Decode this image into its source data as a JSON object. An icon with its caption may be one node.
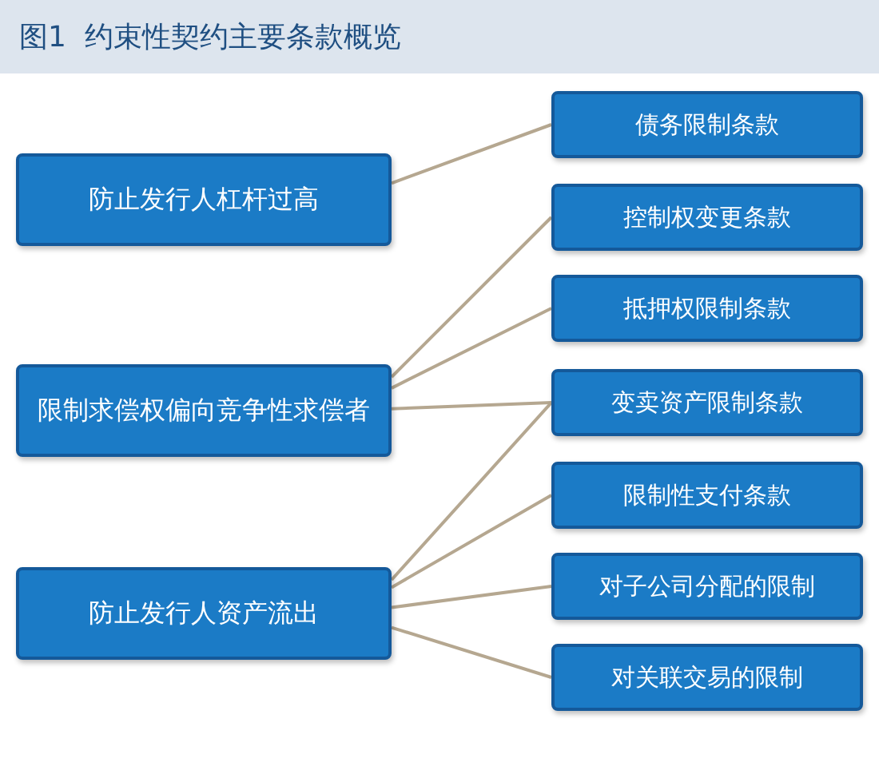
{
  "diagram": {
    "title": "图1  约束性契约主要条款概览",
    "nodes": [
      {
        "text": [
          "防止发行人杠杆过高"
        ]
      },
      {
        "text": [
          "限制求偿权偏向竞争性求偿者"
        ]
      },
      {
        "text": [
          "防止发行人资产流出"
        ]
      },
      {
        "text": [
          "债务限制条款"
        ]
      },
      {
        "text": [
          "控制权变更条款"
        ]
      },
      {
        "text": [
          "抵押权限制条款"
        ]
      },
      {
        "text": [
          "变卖资产限制条款"
        ]
      },
      {
        "text": [
          "限制性支付条款"
        ]
      },
      {
        "text": [
          "对子公司分配的限制"
        ]
      },
      {
        "text": [
          "对关联交易的限制"
        ]
      }
    ],
    "edges": [
      {
        "from": 0,
        "to": 3,
        "arrow": "none"
      },
      {
        "from": 1,
        "to": 4,
        "arrow": "none"
      },
      {
        "from": 1,
        "to": 5,
        "arrow": "none"
      },
      {
        "from": 1,
        "to": 6,
        "arrow": "none"
      },
      {
        "from": 2,
        "to": 6,
        "arrow": "none"
      },
      {
        "from": 2,
        "to": 7,
        "arrow": "none"
      },
      {
        "from": 2,
        "to": 8,
        "arrow": "none"
      },
      {
        "from": 2,
        "to": 9,
        "arrow": "none"
      }
    ]
  }
}
